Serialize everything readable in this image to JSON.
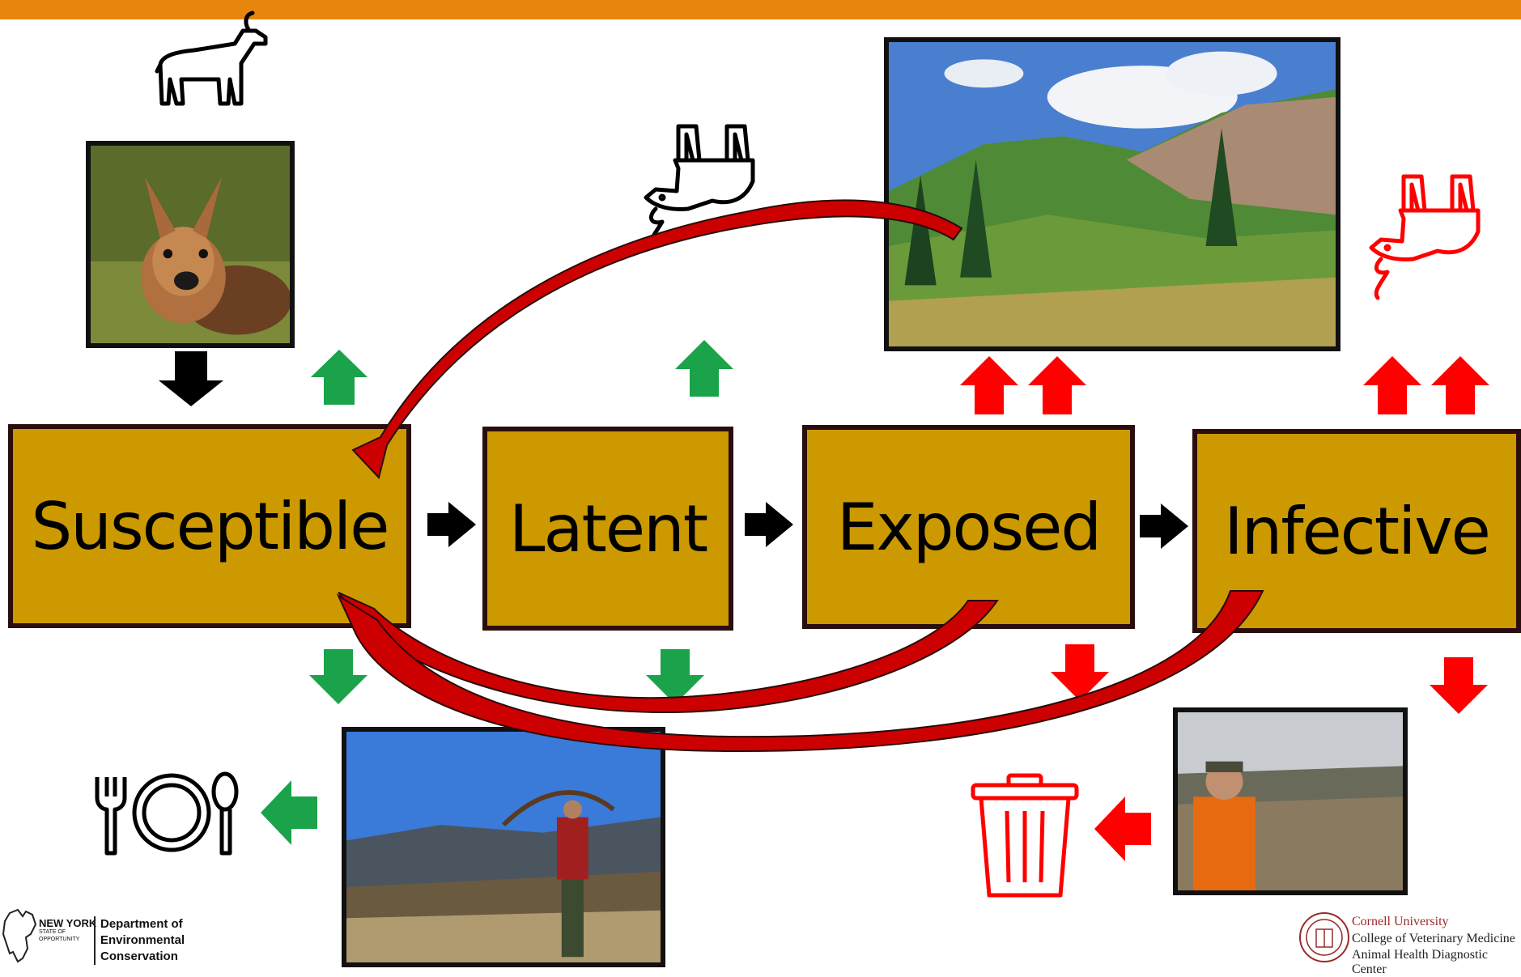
{
  "states": {
    "susceptible": "Susceptible",
    "latent": "Latent",
    "exposed": "Exposed",
    "infective": "Infective"
  },
  "logos": {
    "nys_line1": "NEW YORK",
    "nys_line2": "STATE OF",
    "nys_line3": "OPPORTUNITY",
    "dec_line1": "Department of",
    "dec_line2": "Environmental",
    "dec_line3": "Conservation",
    "cornell_line1": "Cornell University",
    "cornell_line2": "College of Veterinary Medicine",
    "cornell_line3": "Animal Health Diagnostic Center"
  },
  "icons": [
    "deer-standing-icon",
    "deer-dead-icon",
    "deer-dead-red-icon",
    "plate-cutlery-icon",
    "trash-can-icon"
  ],
  "colors": {
    "box_fill": "#cc9900",
    "box_border": "#2a0d0d",
    "green_arrow": "#16a34a",
    "red_arrow": "#ff0000",
    "curve_red": "#cc0000",
    "topbar": "#e8850c"
  }
}
